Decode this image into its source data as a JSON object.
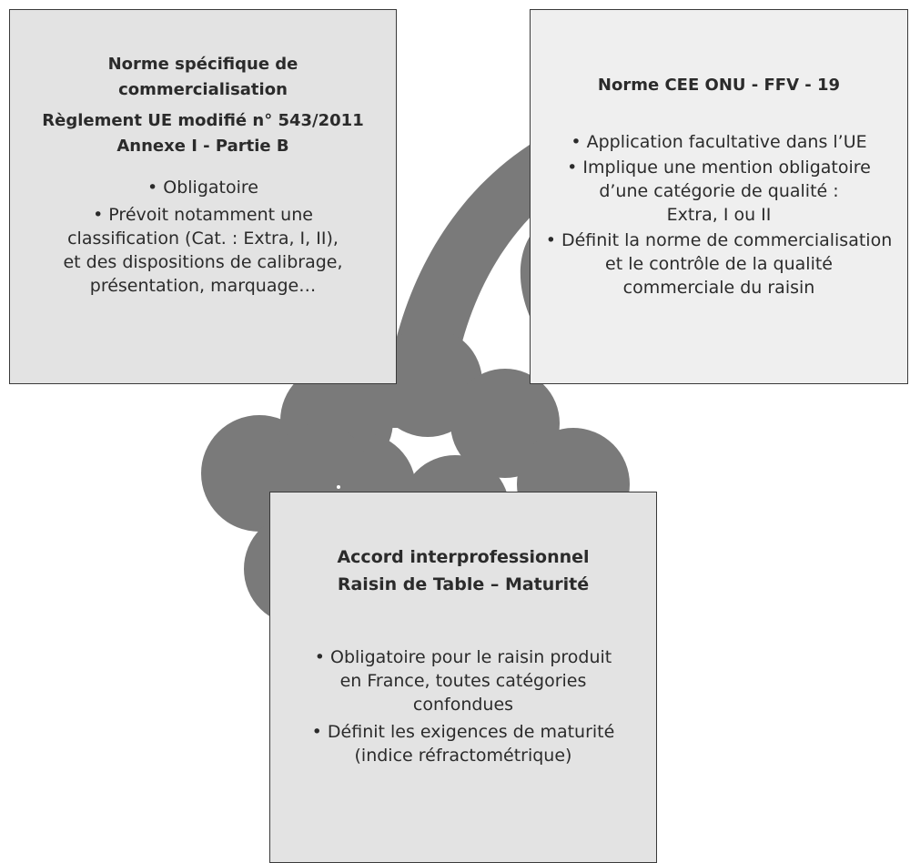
{
  "box_left": {
    "title_lines": [
      "Norme spécifique de",
      "commercialisation"
    ],
    "subtitle_lines": [
      "Règlement UE modifié n° 543/2011",
      "Annexe I - Partie B"
    ],
    "bullets": [
      [
        "• Obligatoire"
      ],
      [
        "• Prévoit notamment une",
        "classification (Cat. : Extra, I, II),",
        "et des dispositions de calibrage,",
        "présentation, marquage…"
      ]
    ]
  },
  "box_right": {
    "title_lines": [
      "Norme CEE ONU - FFV - 19"
    ],
    "bullets": [
      [
        "• Application facultative dans l’UE"
      ],
      [
        "• Implique une mention obligatoire",
        "d’une catégorie de qualité :",
        "Extra, I ou II"
      ],
      [
        "• Définit la norme de commercialisation",
        "et le contrôle de la qualité",
        "commerciale du raisin"
      ]
    ]
  },
  "box_bottom": {
    "title_lines": [
      "Accord interprofessionnel",
      "Raisin de Table – Maturité"
    ],
    "bullets": [
      [
        "• Obligatoire pour le raisin produit",
        "en France, toutes catégories",
        "confondues"
      ],
      [
        "• Définit les exigences de maturité",
        "(indice réfractométrique)"
      ]
    ]
  },
  "colors": {
    "grape": "#7a7a7a",
    "box_dark": "#e3e3e3",
    "box_light": "#efefef",
    "border": "#3a3a3a"
  }
}
